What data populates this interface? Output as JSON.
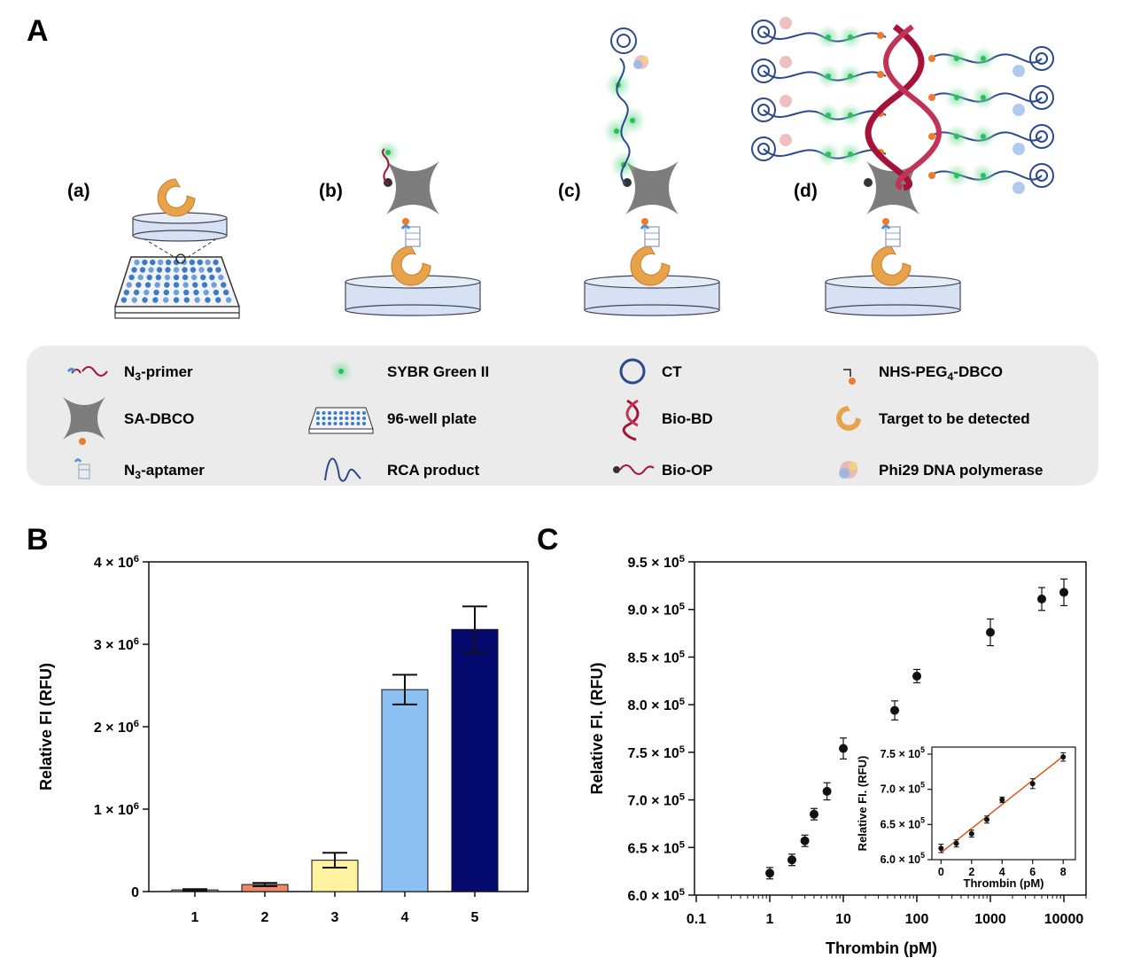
{
  "panels": {
    "A": {
      "letter": "A",
      "steps": [
        "(a)",
        "(b)",
        "(c)",
        "(d)"
      ],
      "legend": [
        {
          "icon": "n3-primer-icon",
          "text": "N3-primer",
          "main": "N",
          "sub": "3",
          "rest": "-primer"
        },
        {
          "icon": "sybr-green-icon",
          "text": "SYBR Green II"
        },
        {
          "icon": "ct-circle-icon",
          "text": "CT"
        },
        {
          "icon": "nhs-peg4-dbco-icon",
          "text": "NHS-PEG4-DBCO",
          "main": "NHS-PEG",
          "sub": "4",
          "rest": "-DBCO"
        },
        {
          "icon": "sa-dbco-icon",
          "text": "SA-DBCO"
        },
        {
          "icon": "well-plate-icon",
          "text": "96-well plate"
        },
        {
          "icon": "bio-bd-icon",
          "text": "Bio-BD"
        },
        {
          "icon": "target-icon",
          "text": "Target to be detected"
        },
        {
          "icon": "n3-aptamer-icon",
          "text": "N3-aptamer",
          "main": "N",
          "sub": "3",
          "rest": "-aptamer"
        },
        {
          "icon": "rca-product-icon",
          "text": "RCA product"
        },
        {
          "icon": "bio-op-icon",
          "text": "Bio-OP"
        },
        {
          "icon": "phi29-polymerase-icon",
          "text": "Phi29 DNA polymerase"
        }
      ],
      "colors": {
        "target": "#E8A24A",
        "plate_dot": "#3B7BC8",
        "strand": "#2B4A8C",
        "green": "#2DBE5C",
        "helix": "#A5123A"
      }
    },
    "B": {
      "letter": "B"
    },
    "C": {
      "letter": "C"
    }
  },
  "chart_data": [
    {
      "panel": "B",
      "type": "bar",
      "categories": [
        "1",
        "2",
        "3",
        "4",
        "5"
      ],
      "values": [
        20000,
        85000,
        380000,
        2450000,
        3180000
      ],
      "errors": [
        10000,
        20000,
        90000,
        180000,
        280000
      ],
      "colors": [
        "#B0B0B0",
        "#EF8A62",
        "#FFF3A0",
        "#8CC0F2",
        "#050A6E"
      ],
      "ylabel": "Relative FI (RFU)",
      "xlabel": "",
      "ylim": [
        0,
        4000000
      ],
      "yticks": [
        0,
        1000000,
        2000000,
        3000000,
        4000000
      ],
      "ytick_labels": [
        {
          "base": "0",
          "exp": ""
        },
        {
          "base": "1 × 10",
          "exp": "6"
        },
        {
          "base": "2 × 10",
          "exp": "6"
        },
        {
          "base": "3 × 10",
          "exp": "6"
        },
        {
          "base": "4 × 10",
          "exp": "6"
        }
      ]
    },
    {
      "panel": "C",
      "type": "scatter",
      "xscale": "log",
      "x": [
        1,
        2,
        3,
        4,
        6,
        10,
        50,
        100,
        1000,
        5000,
        10000
      ],
      "y": [
        623000,
        637000,
        657000,
        685000,
        709000,
        754000,
        794000,
        830000,
        876000,
        911000,
        918000
      ],
      "yerr": [
        6000,
        6000,
        6000,
        6000,
        9000,
        11000,
        10000,
        7000,
        14000,
        12000,
        14000
      ],
      "xlabel": "Thrombin (pM)",
      "ylabel": "Relative FI. (RFU)",
      "xlim": [
        0.1,
        20000
      ],
      "xticks": [
        0.1,
        1,
        10,
        100,
        1000,
        10000
      ],
      "xtick_labels": [
        "0.1",
        "1",
        "10",
        "100",
        "1000",
        "10000"
      ],
      "ylim": [
        600000,
        950000
      ],
      "yticks": [
        600000,
        650000,
        700000,
        750000,
        800000,
        850000,
        900000,
        950000
      ],
      "ytick_labels": [
        {
          "base": "6.0 × 10",
          "exp": "5"
        },
        {
          "base": "6.5 × 10",
          "exp": "5"
        },
        {
          "base": "7.0 × 10",
          "exp": "5"
        },
        {
          "base": "7.5 × 10",
          "exp": "5"
        },
        {
          "base": "8.0 × 10",
          "exp": "5"
        },
        {
          "base": "8.5 × 10",
          "exp": "5"
        },
        {
          "base": "9.0 × 10",
          "exp": "5"
        },
        {
          "base": "9.5 × 10",
          "exp": "5"
        }
      ]
    },
    {
      "panel": "C-inset",
      "type": "scatter",
      "x": [
        0,
        1,
        2,
        3,
        4,
        6,
        8
      ],
      "y": [
        616000,
        623000,
        637000,
        657000,
        685000,
        708000,
        746000
      ],
      "yerr": [
        6000,
        5000,
        5000,
        5000,
        4000,
        7000,
        6000
      ],
      "fit": {
        "x": [
          0,
          8
        ],
        "y": [
          610000,
          747000
        ],
        "color": "#E0531A"
      },
      "xlabel": "Thrombin (pM)",
      "ylabel": "Relative FI. (RFU)",
      "xlim": [
        -0.6,
        8.8
      ],
      "xticks": [
        0,
        2,
        4,
        6,
        8
      ],
      "xtick_labels": [
        "0",
        "2",
        "4",
        "6",
        "8"
      ],
      "ylim": [
        600000,
        760000
      ],
      "yticks": [
        600000,
        650000,
        700000,
        750000
      ],
      "ytick_labels": [
        {
          "base": "6.0 × 10",
          "exp": "5"
        },
        {
          "base": "6.5 × 10",
          "exp": "5"
        },
        {
          "base": "7.0 × 10",
          "exp": "5"
        },
        {
          "base": "7.5 × 10",
          "exp": "5"
        }
      ]
    }
  ]
}
